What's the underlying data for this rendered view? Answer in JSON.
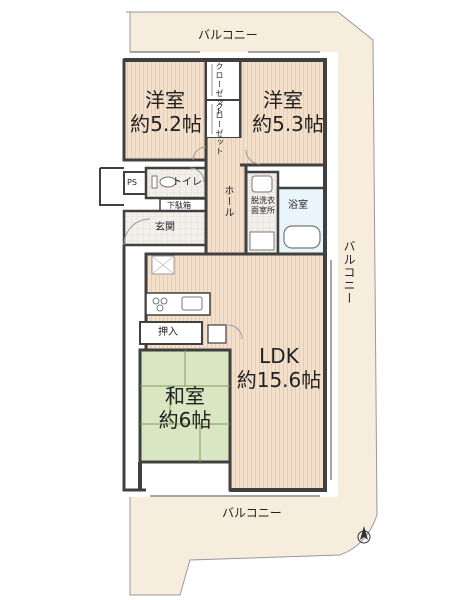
{
  "balcony_top": "バルコニー",
  "balcony_right": "バルコニー",
  "balcony_bottom": "バルコニー",
  "room_west1": {
    "name": "洋室",
    "size": "約5.2帖"
  },
  "room_west2": {
    "name": "洋室",
    "size": "約5.3帖"
  },
  "closet1": "クローゼット",
  "closet2": "クローゼット",
  "ps": "PS",
  "toilet": "トイレ",
  "hall": "ホール",
  "washroom": "脱洗衣面室所",
  "bath": "浴室",
  "shoebox": "下駄箱",
  "entrance": "玄関",
  "storage": "押入",
  "ldk": {
    "name": "LDK",
    "size": "約15.6帖"
  },
  "washitsu": {
    "name": "和室",
    "size": "約6帖"
  },
  "colors": {
    "wall": "#404040",
    "floor": "#f4dfcb",
    "balcony": "#f6eddc",
    "tatami": "#d9e6c2",
    "door": "#9a9a9a"
  }
}
